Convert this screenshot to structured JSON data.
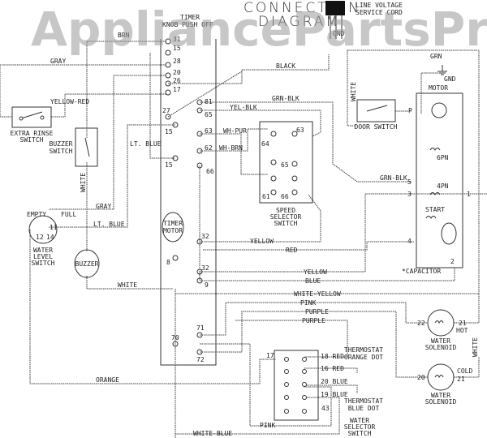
{
  "title_line1": "CONNECTION",
  "title_line2": "DIAGRAM",
  "watermark": "AppliancePartsPros.com",
  "service_cord": {
    "line1": "LINE VOLTAGE",
    "line2": "SERVICE CORD",
    "gnd": "GND"
  },
  "timer": {
    "line1": "TIMER",
    "line2": "KNOB PUSH OFF",
    "motor1": "TIMER",
    "motor2": "MOTOR",
    "terminals": [
      "31",
      "15",
      "28",
      "20",
      "26",
      "17",
      "81",
      "65",
      "27",
      "15",
      "63",
      "62",
      "15",
      "66",
      "32",
      "8",
      "32",
      "9",
      "71",
      "70",
      "72"
    ]
  },
  "wires": {
    "gray": "GRAY",
    "gray2": "GRAY",
    "black": "BLACK",
    "grn_blk": "GRN-BLK",
    "grn_blk2": "GRN-BLK",
    "yel_blk": "YEL-BLK",
    "yellow_red": "YELLOW-RED",
    "wh_pur": "WH-PUR",
    "wh_brn": "WH-BRN",
    "lt_blue": "LT. BLUE",
    "lt_blue2": "LT. BLUE",
    "white_v": "WHITE",
    "white_h": "WHITE",
    "white_top": "WHITE",
    "white_right": "WHITE",
    "yellow": "YELLOW",
    "red": "RED",
    "yellow2": "YELLOW",
    "blue": "BLUE",
    "white_yellow": "WHITE-YELLOW",
    "pink": "PINK",
    "purple": "PURPLE",
    "purple2": "PURPLE",
    "orange": "ORANGE",
    "pink2": "PINK",
    "white_blue": "WHITE-BLUE",
    "grn": "GRN",
    "gnd": "GND",
    "brown": "BRN"
  },
  "components": {
    "extra_rinse": [
      "EXTRA RINSE",
      "SWITCH"
    ],
    "buzzer_switch": [
      "BUZZER",
      "SWITCH"
    ],
    "buzzer": "BUZZER",
    "water_level": [
      "WATER",
      "LEVEL",
      "SWITCH"
    ],
    "water_level_terms": {
      "empty": "EMPTY",
      "full": "FULL",
      "t11": "11",
      "t12": "12",
      "t14": "14"
    },
    "speed_selector": [
      "SPEED",
      "SELECTOR",
      "SWITCH"
    ],
    "speed_terms": [
      "63",
      "64",
      "65",
      "61",
      "66"
    ],
    "door_switch": "DOOR SWITCH",
    "motor": "MOTOR",
    "motor_terms": {
      "p": "P",
      "t5": "5",
      "t3": "3",
      "t1": "1",
      "t4": "4",
      "t2": "2",
      "six_pole": "6PN",
      "four_pole": "4PN",
      "start": "START"
    },
    "capacitor": "*CAPACITOR",
    "hot_solenoid": {
      "t22": "22",
      "t21": "21",
      "label": "HOT",
      "name1": "WATER",
      "name2": "SOLENOID"
    },
    "cold_solenoid": {
      "t20": "20",
      "t21": "21",
      "label": "COLD",
      "name1": "WATER",
      "name2": "SOLENOID"
    },
    "water_selector": [
      "WATER",
      "SELECTOR",
      "SWITCH"
    ],
    "water_selector_terms": {
      "t17": "17",
      "t18": "18 RED",
      "t16": "16 RED",
      "t20": "20 BLUE",
      "t19": "19 BLUE",
      "t43": "43"
    },
    "thermostat_orange": [
      "THERMOSTAT",
      "ORANGE DOT"
    ],
    "thermostat_blue": [
      "THERMOSTAT",
      "BLUE DOT"
    ]
  }
}
